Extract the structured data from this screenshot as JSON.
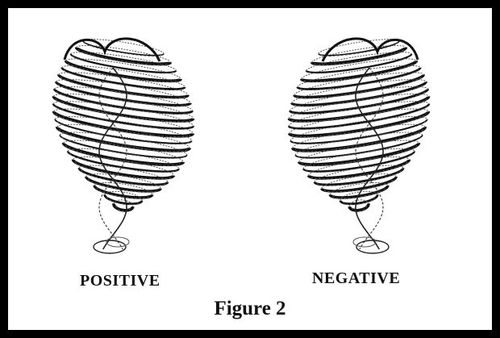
{
  "figure": {
    "caption": "Figure 2",
    "panels": [
      {
        "label": "POSITIVE",
        "orientation": "right-handed"
      },
      {
        "label": "NEGATIVE",
        "orientation": "left-handed"
      }
    ]
  },
  "colors": {
    "border": "#000000",
    "background": "#ffffff",
    "ink": "#111111"
  }
}
